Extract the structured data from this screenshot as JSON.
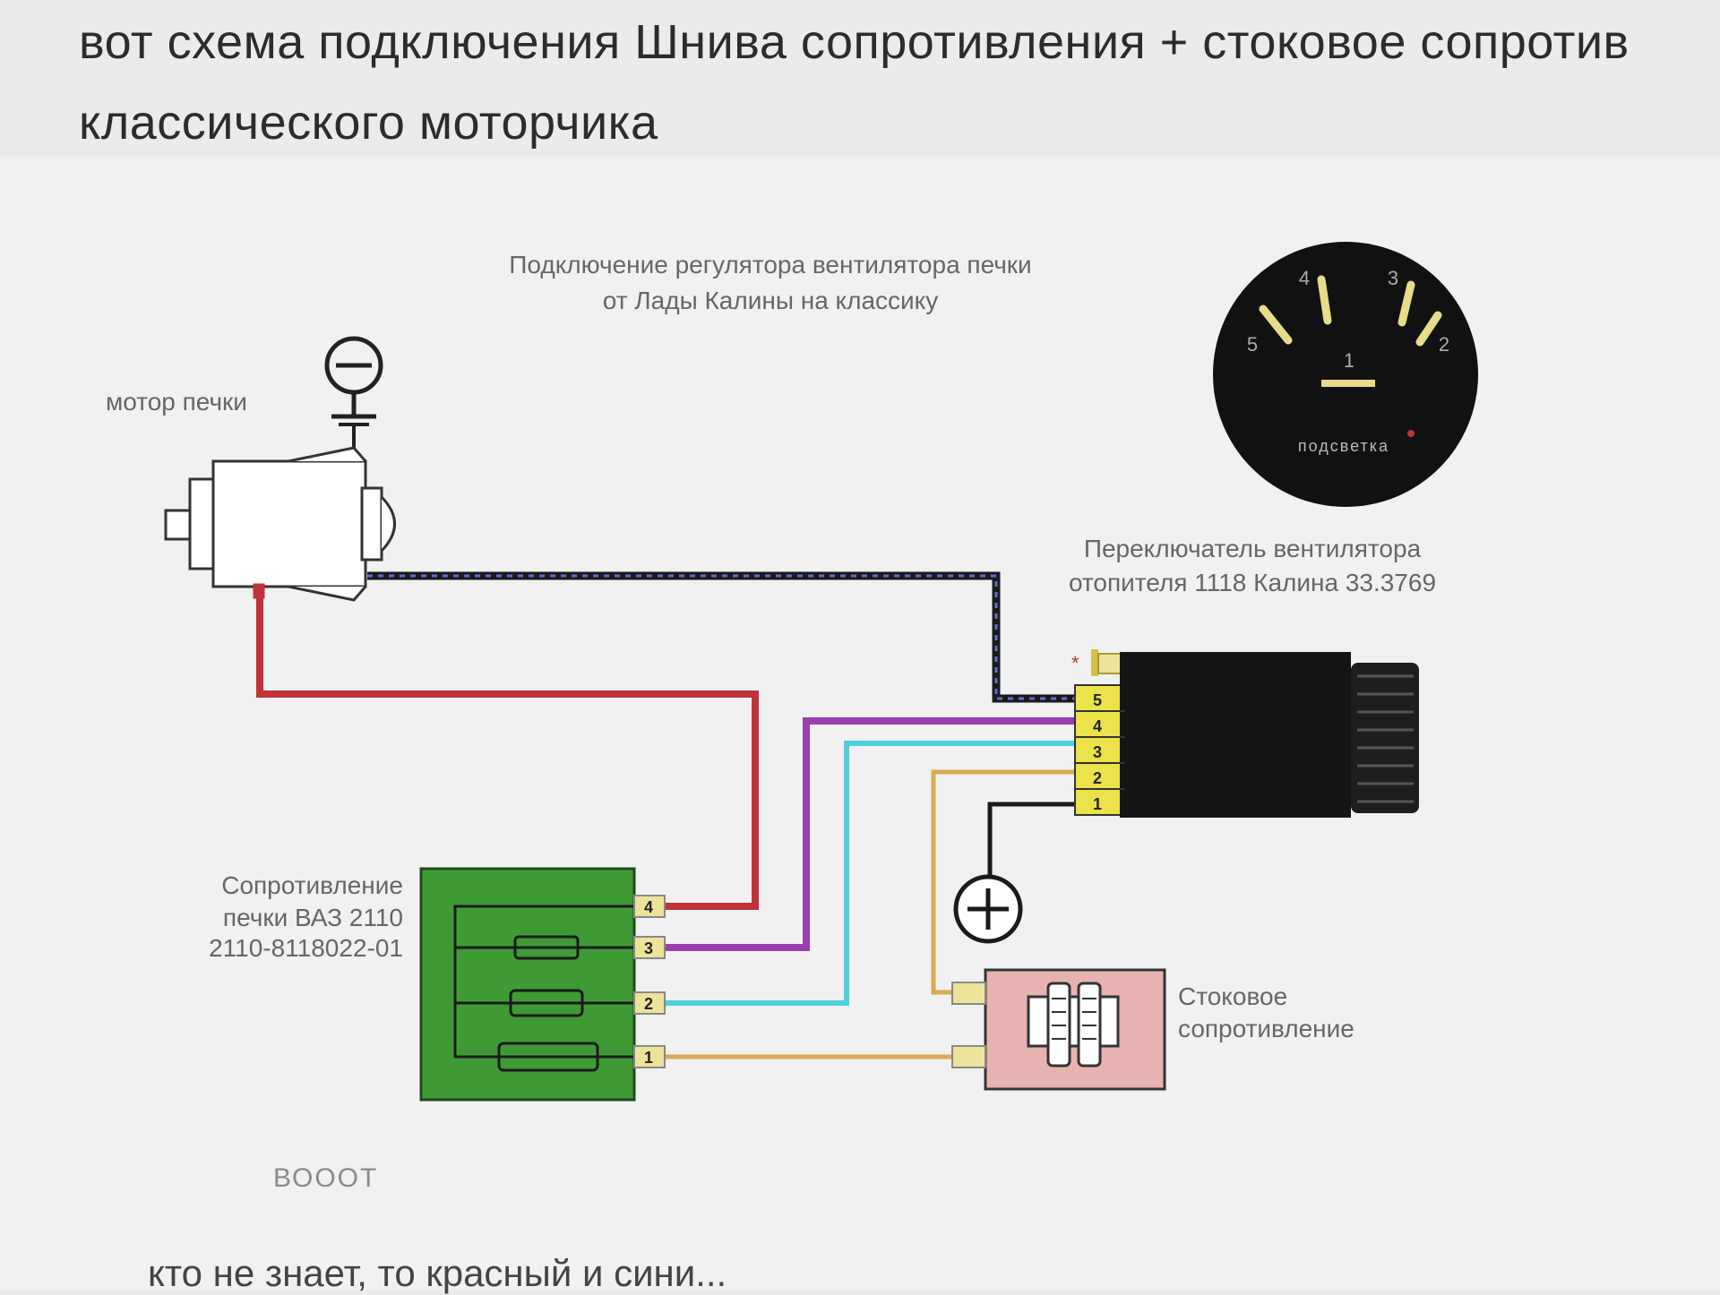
{
  "post": {
    "line1": "вот схема подключения Шнива сопротивления + стоковое сопротив",
    "line2": "классического моторчика",
    "caption": "ВОООТ",
    "footer": "кто не знает, то красный и сини..."
  },
  "diagram": {
    "title_line1": "Подключение регулятора вентилятора печки",
    "title_line2": "от Лады Калины на классику",
    "motor_label": "мотор печки",
    "switch_label_line1": "Переключатель вентилятора",
    "switch_label_line2": "отопителя 1118 Калина 33.3769",
    "resistor_label_line1": "Сопротивление",
    "resistor_label_line2": "печки ВАЗ 2110",
    "resistor_label_line3": "2110-8118022-01",
    "stock_label_line1": "Стоковое",
    "stock_label_line2": "сопротивление",
    "dial": {
      "n1": "1",
      "n2": "2",
      "n3": "3",
      "n4": "4",
      "n5": "5",
      "backlight": "подсветка"
    },
    "switch_pins": [
      "5",
      "4",
      "3",
      "2",
      "1"
    ],
    "resistor_pins": [
      "4",
      "3",
      "2",
      "1"
    ],
    "symbols": {
      "minus": "minus-terminal",
      "plus": "plus-terminal"
    },
    "wire_colors": {
      "red": "#c0333b",
      "purple": "#9a3db0",
      "cyan": "#4fd0dc",
      "tan": "#d8aa55",
      "black": "#1a1a1a",
      "dashed_blue": "#2a3a8a"
    }
  }
}
